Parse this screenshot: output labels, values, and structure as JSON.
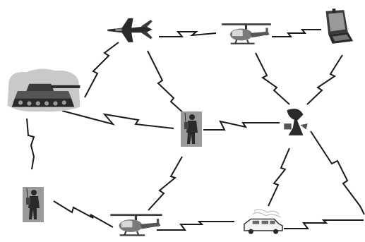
{
  "diagram": {
    "type": "communication-network",
    "style": "grayscale clip-art nodes joined by zig-zag radio links",
    "nodes": [
      {
        "id": "fighter-jet",
        "icon": "fighter-jet-icon"
      },
      {
        "id": "helicopter-top",
        "icon": "helicopter-icon"
      },
      {
        "id": "laptop",
        "icon": "laptop-icon"
      },
      {
        "id": "tank",
        "icon": "tank-icon"
      },
      {
        "id": "soldier-center",
        "icon": "soldier-radio-icon"
      },
      {
        "id": "satellite-dish",
        "icon": "satellite-dish-icon"
      },
      {
        "id": "soldier-left",
        "icon": "soldier-radio-icon"
      },
      {
        "id": "helicopter-bottom",
        "icon": "helicopter-icon"
      },
      {
        "id": "vehicle",
        "icon": "vehicle-icon"
      }
    ],
    "links": [
      [
        "fighter-jet",
        "helicopter-top"
      ],
      [
        "helicopter-top",
        "laptop"
      ],
      [
        "tank",
        "fighter-jet"
      ],
      [
        "fighter-jet",
        "soldier-center"
      ],
      [
        "helicopter-top",
        "satellite-dish"
      ],
      [
        "laptop",
        "satellite-dish"
      ],
      [
        "tank",
        "soldier-center"
      ],
      [
        "soldier-center",
        "satellite-dish"
      ],
      [
        "tank",
        "soldier-left"
      ],
      [
        "soldier-left",
        "helicopter-bottom"
      ],
      [
        "soldier-center",
        "helicopter-bottom"
      ],
      [
        "satellite-dish",
        "vehicle"
      ],
      [
        "satellite-dish",
        "link-offpage-right"
      ],
      [
        "helicopter-bottom",
        "vehicle"
      ],
      [
        "vehicle",
        "link-offpage-right"
      ]
    ],
    "colors": {
      "link": "#1a1a1a",
      "icon_dark": "#2a2a2a",
      "icon_mid": "#6e6e6e",
      "icon_light": "#bdbdbd",
      "soldier_bg": "#9a9a9a"
    }
  }
}
